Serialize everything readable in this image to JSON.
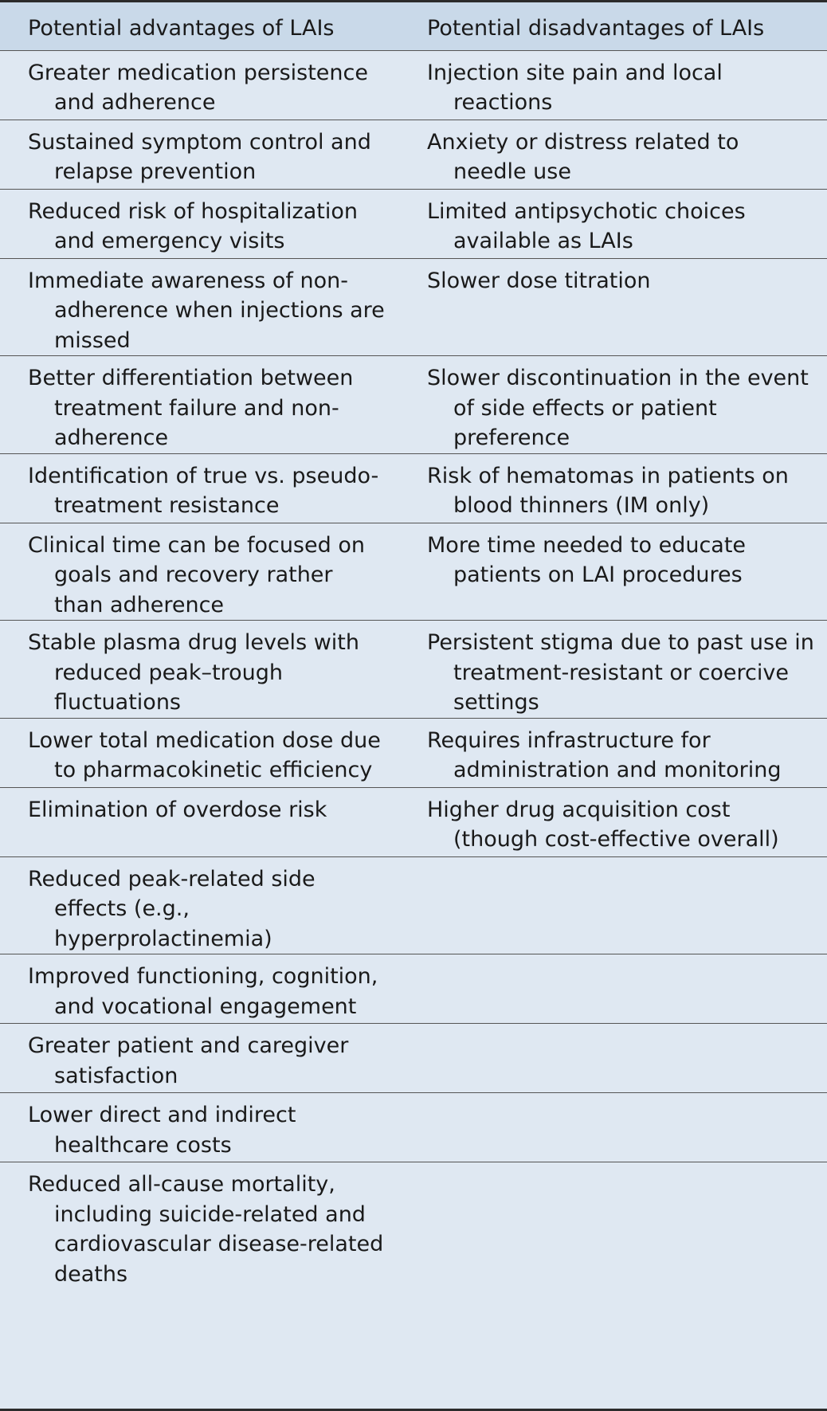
{
  "table": {
    "headers": [
      "Potential advantages of LAIs",
      "Potential disadvantages of LAIs"
    ],
    "rows": [
      {
        "advantage": "Greater medication persistence and adherence",
        "disadvantage": "Injection site pain and local reactions"
      },
      {
        "advantage": "Sustained symptom control and relapse prevention",
        "disadvantage": "Anxiety or distress related to needle use"
      },
      {
        "advantage": "Reduced risk of hospitalization and emergency visits",
        "disadvantage": "Limited antipsychotic choices available as LAIs"
      },
      {
        "advantage": "Immediate awareness of non-adherence when injections are missed",
        "disadvantage": "Slower dose titration"
      },
      {
        "advantage": "Better differentiation between treatment failure and non-adherence",
        "disadvantage": "Slower discontinuation in the event of side effects or patient preference"
      },
      {
        "advantage": "Identification of true vs. pseudo-treatment resistance",
        "disadvantage": "Risk of hematomas in patients on blood thinners (IM only)"
      },
      {
        "advantage": "Clinical time can be focused on goals and recovery rather than adherence",
        "disadvantage": "More time needed to educate patients on LAI procedures"
      },
      {
        "advantage": "Stable plasma drug levels with reduced peak–trough fluctuations",
        "disadvantage": "Persistent stigma due to past use in treatment-resistant or coercive settings"
      },
      {
        "advantage": "Lower total medication dose due to pharmacokinetic efficiency",
        "disadvantage": "Requires infrastructure for administration and monitoring"
      },
      {
        "advantage": "Elimination of overdose risk",
        "disadvantage": "Higher drug acquisition cost (though cost-effective overall)"
      },
      {
        "advantage": "Reduced peak-related side effects (e.g., hyperprolactinemia)",
        "disadvantage": ""
      },
      {
        "advantage": "Improved functioning, cognition, and vocational engagement",
        "disadvantage": ""
      },
      {
        "advantage": "Greater patient and caregiver satisfaction",
        "disadvantage": ""
      },
      {
        "advantage": "Lower direct and indirect healthcare costs",
        "disadvantage": ""
      },
      {
        "advantage": "Reduced all-cause mortality, including suicide-related and cardiovascular disease-related deaths",
        "disadvantage": ""
      }
    ]
  },
  "colors": {
    "header_bg": "#c9d9e9",
    "body_bg": "#dfe8f2",
    "rule": "#2b2b2b"
  }
}
